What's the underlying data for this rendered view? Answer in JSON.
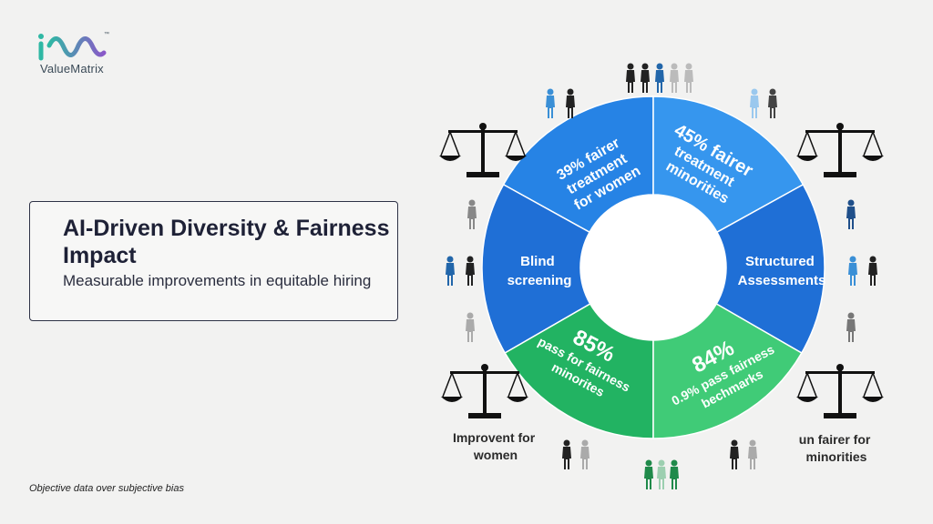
{
  "brand": {
    "name": "ValueMatrix",
    "trademark": "™",
    "colors": {
      "teal": "#2fb8a4",
      "purple": "#8a58c8"
    }
  },
  "header": {
    "title": "AI-Driven Diversity & Fairness Impact",
    "subtitle": "Measurable improvements in equitable hiring"
  },
  "footer": {
    "tagline": "Objective data over subjective bias"
  },
  "ring": {
    "colors": {
      "blue_dark": "#1f6fd6",
      "blue_mid": "#2683e5",
      "blue_light": "#3696ee",
      "green_dark": "#22b362",
      "green_light": "#40cb77"
    },
    "segments": [
      {
        "id": "top-left",
        "lines": [
          "39% fairer",
          "treatment",
          "for women"
        ]
      },
      {
        "id": "top-right",
        "lines": [
          "45% fairer",
          "treatment",
          "minorities"
        ]
      },
      {
        "id": "left",
        "lines": [
          "Blind",
          "screening"
        ]
      },
      {
        "id": "right",
        "lines": [
          "Structured",
          "Assessments"
        ]
      },
      {
        "id": "bottom-left",
        "lines": [
          "85%",
          "pass for fairness",
          "minorites"
        ]
      },
      {
        "id": "bottom-right",
        "lines": [
          "84%",
          "0.9% pass fairness",
          "bechmarks"
        ]
      }
    ]
  },
  "corner_labels": {
    "bottom_left": [
      "Improvent for",
      "women"
    ],
    "bottom_right": [
      "un fairer for",
      "minorities"
    ]
  },
  "icons": [
    "scale-icon",
    "people-icon"
  ]
}
